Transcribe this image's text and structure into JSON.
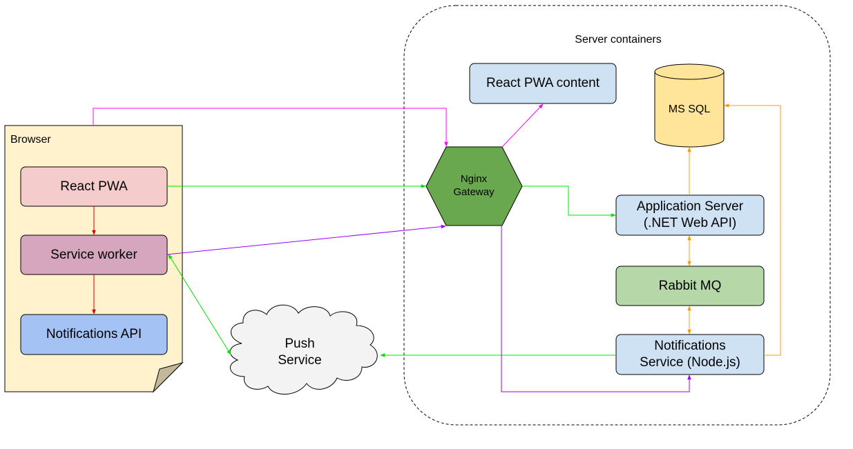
{
  "server": {
    "label": "Server containers"
  },
  "browser": {
    "label": "Browser",
    "react_pwa": "React PWA",
    "service_worker": "Service worker",
    "notifications_api": "Notifications API"
  },
  "push_service": {
    "line1": "Push",
    "line2": "Service"
  },
  "nginx": {
    "line1": "Nginx",
    "line2": "Gateway"
  },
  "react_content": {
    "label": "React PWA content"
  },
  "mssql": {
    "label": "MS SQL"
  },
  "app_server": {
    "line1": "Application Server",
    "line2": "(.NET Web API)"
  },
  "rabbit": {
    "label": "Rabbit MQ"
  },
  "notif_service": {
    "line1": "Notifications",
    "line2": "Service (Node.js)"
  },
  "colors": {
    "browser_fill": "#fff2cc",
    "react_pwa_fill": "#f4cccc",
    "service_worker_fill": "#d5a6bd",
    "notifications_api_fill": "#a4c2f4",
    "server_box_fill": "#cfe2f3",
    "rabbit_fill": "#b6d7a8",
    "mssql_fill": "#ffe599",
    "nginx_fill": "#6aa84f",
    "push_fill": "#f3f3f3",
    "green_arrow": "#00e000",
    "purple_arrow": "#9900ff",
    "magenta_arrow": "#ff00ff",
    "red_arrow": "#cc0000",
    "orange_arrow": "#ff9900"
  }
}
